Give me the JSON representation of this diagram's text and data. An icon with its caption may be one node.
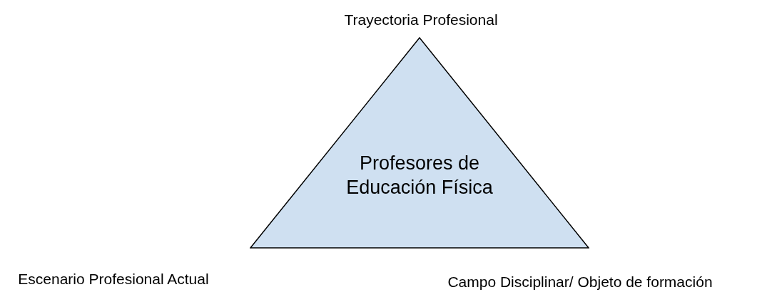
{
  "diagram": {
    "nodes": [
      {
        "text": [
          "Profesores de Educación Física"
        ]
      }
    ],
    "edges": [],
    "labels": [
      "Trayectoria Profesional",
      "Escenario Profesional Actual",
      "Campo Disciplinar/ Objeto de formación"
    ]
  }
}
